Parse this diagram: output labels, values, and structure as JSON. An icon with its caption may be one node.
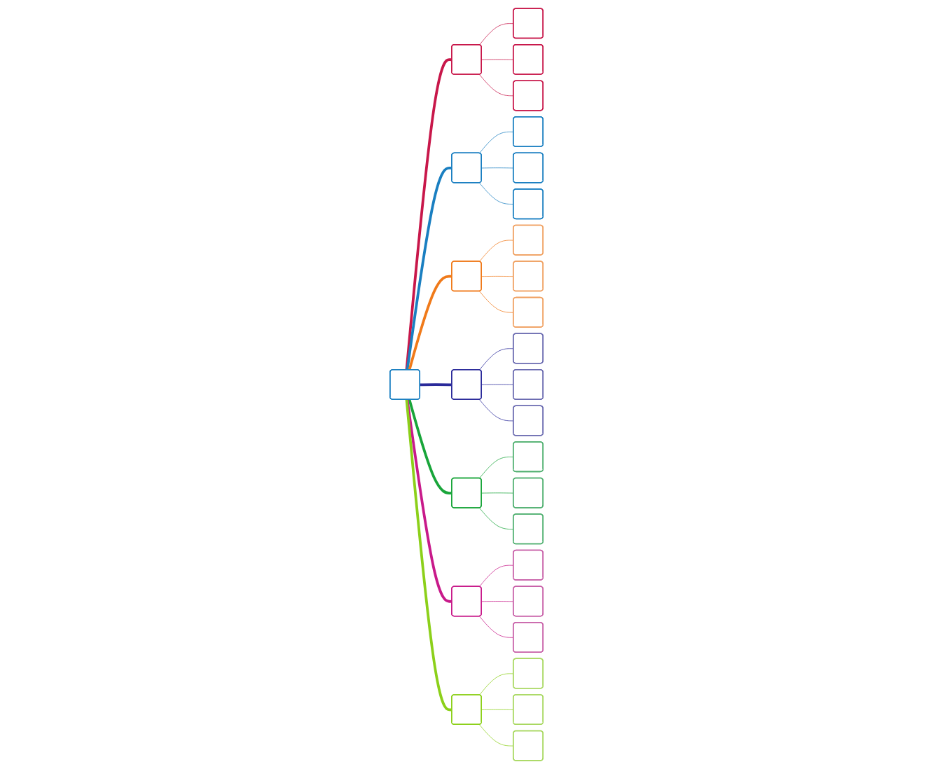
{
  "diagram": {
    "nodes": [
      {
        "text": [],
        "shape": "box"
      },
      {
        "text": [],
        "shape": "box"
      },
      {
        "text": [],
        "shape": "box"
      },
      {
        "text": [],
        "shape": "box"
      },
      {
        "text": [],
        "shape": "box"
      },
      {
        "text": [],
        "shape": "box"
      },
      {
        "text": [],
        "shape": "box"
      },
      {
        "text": [],
        "shape": "box"
      },
      {
        "text": [],
        "shape": "box"
      },
      {
        "text": [],
        "shape": "box"
      },
      {
        "text": [],
        "shape": "box"
      },
      {
        "text": [],
        "shape": "box"
      },
      {
        "text": [],
        "shape": "box"
      },
      {
        "text": [],
        "shape": "box"
      },
      {
        "text": [],
        "shape": "box"
      },
      {
        "text": [],
        "shape": "box"
      },
      {
        "text": [],
        "shape": "box"
      },
      {
        "text": [],
        "shape": "box"
      },
      {
        "text": [],
        "shape": "box"
      },
      {
        "text": [],
        "shape": "box"
      },
      {
        "text": [],
        "shape": "box"
      },
      {
        "text": [],
        "shape": "box"
      },
      {
        "text": [],
        "shape": "box"
      },
      {
        "text": [],
        "shape": "box"
      },
      {
        "text": [],
        "shape": "box"
      },
      {
        "text": [],
        "shape": "box"
      },
      {
        "text": [],
        "shape": "box"
      },
      {
        "text": [],
        "shape": "box"
      },
      {
        "text": [],
        "shape": "box"
      }
    ],
    "edges": [
      {
        "from": 0,
        "to": 1,
        "arrow": "none",
        "style": "thick",
        "color": "#c8174a"
      },
      {
        "from": 1,
        "to": 2,
        "arrow": "none",
        "color": "#c8174a"
      },
      {
        "from": 1,
        "to": 3,
        "arrow": "none",
        "color": "#c8174a"
      },
      {
        "from": 1,
        "to": 4,
        "arrow": "none",
        "color": "#c8174a"
      },
      {
        "from": 0,
        "to": 5,
        "arrow": "none",
        "style": "thick",
        "color": "#1a7fc1"
      },
      {
        "from": 5,
        "to": 6,
        "arrow": "none",
        "color": "#1a7fc1"
      },
      {
        "from": 5,
        "to": 7,
        "arrow": "none",
        "color": "#1a7fc1"
      },
      {
        "from": 5,
        "to": 8,
        "arrow": "none",
        "color": "#1a7fc1"
      },
      {
        "from": 0,
        "to": 9,
        "arrow": "none",
        "style": "thick",
        "color": "#f07a1a"
      },
      {
        "from": 9,
        "to": 10,
        "arrow": "none",
        "color": "#f07a1a"
      },
      {
        "from": 9,
        "to": 11,
        "arrow": "none",
        "color": "#f07a1a"
      },
      {
        "from": 9,
        "to": 12,
        "arrow": "none",
        "color": "#f07a1a"
      },
      {
        "from": 0,
        "to": 13,
        "arrow": "none",
        "style": "thick",
        "color": "#2a2a9a"
      },
      {
        "from": 13,
        "to": 14,
        "arrow": "none",
        "color": "#2a2a9a"
      },
      {
        "from": 13,
        "to": 15,
        "arrow": "none",
        "color": "#2a2a9a"
      },
      {
        "from": 13,
        "to": 16,
        "arrow": "none",
        "color": "#2a2a9a"
      },
      {
        "from": 0,
        "to": 17,
        "arrow": "none",
        "style": "thick",
        "color": "#19a53a"
      },
      {
        "from": 17,
        "to": 18,
        "arrow": "none",
        "color": "#19a53a"
      },
      {
        "from": 17,
        "to": 19,
        "arrow": "none",
        "color": "#19a53a"
      },
      {
        "from": 17,
        "to": 20,
        "arrow": "none",
        "color": "#19a53a"
      },
      {
        "from": 0,
        "to": 21,
        "arrow": "none",
        "style": "thick",
        "color": "#c81a8a"
      },
      {
        "from": 21,
        "to": 22,
        "arrow": "none",
        "color": "#c81a8a"
      },
      {
        "from": 21,
        "to": 23,
        "arrow": "none",
        "color": "#c81a8a"
      },
      {
        "from": 21,
        "to": 24,
        "arrow": "none",
        "color": "#c81a8a"
      },
      {
        "from": 0,
        "to": 25,
        "arrow": "none",
        "style": "thick",
        "color": "#8cd01a"
      },
      {
        "from": 25,
        "to": 26,
        "arrow": "none",
        "color": "#8cd01a"
      },
      {
        "from": 25,
        "to": 27,
        "arrow": "none",
        "color": "#8cd01a"
      },
      {
        "from": 25,
        "to": 28,
        "arrow": "none",
        "color": "#8cd01a"
      }
    ]
  }
}
